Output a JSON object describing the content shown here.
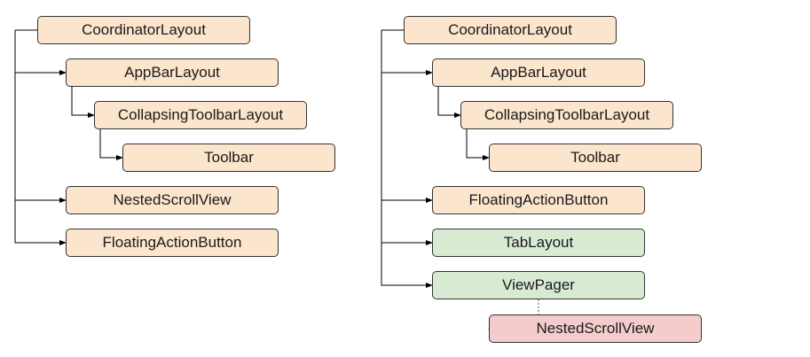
{
  "colors": {
    "orange": "#fce5cd",
    "green": "#d9ead3",
    "red": "#f4cccc",
    "line": "#000000"
  },
  "trees": [
    {
      "name": "left",
      "nodes": [
        {
          "id": "coordinator",
          "label": "CoordinatorLayout",
          "color": "orange",
          "depth": 0,
          "row": 0
        },
        {
          "id": "appbar",
          "label": "AppBarLayout",
          "color": "orange",
          "depth": 1,
          "row": 1
        },
        {
          "id": "collapsing",
          "label": "CollapsingToolbarLayout",
          "color": "orange",
          "depth": 2,
          "row": 2
        },
        {
          "id": "toolbar",
          "label": "Toolbar",
          "color": "orange",
          "depth": 3,
          "row": 3
        },
        {
          "id": "nestedscroll",
          "label": "NestedScrollView",
          "color": "orange",
          "depth": 1,
          "row": 4
        },
        {
          "id": "fab",
          "label": "FloatingActionButton",
          "color": "orange",
          "depth": 1,
          "row": 5
        }
      ],
      "edges": [
        {
          "from": "coordinator",
          "to": "appbar"
        },
        {
          "from": "appbar",
          "to": "collapsing"
        },
        {
          "from": "collapsing",
          "to": "toolbar"
        },
        {
          "from": "coordinator",
          "to": "nestedscroll"
        },
        {
          "from": "coordinator",
          "to": "fab"
        }
      ]
    },
    {
      "name": "right",
      "nodes": [
        {
          "id": "coordinator",
          "label": "CoordinatorLayout",
          "color": "orange",
          "depth": 0,
          "row": 0
        },
        {
          "id": "appbar",
          "label": "AppBarLayout",
          "color": "orange",
          "depth": 1,
          "row": 1
        },
        {
          "id": "collapsing",
          "label": "CollapsingToolbarLayout",
          "color": "orange",
          "depth": 2,
          "row": 2
        },
        {
          "id": "toolbar",
          "label": "Toolbar",
          "color": "orange",
          "depth": 3,
          "row": 3
        },
        {
          "id": "fab",
          "label": "FloatingActionButton",
          "color": "orange",
          "depth": 1,
          "row": 4
        },
        {
          "id": "tablayout",
          "label": "TabLayout",
          "color": "green",
          "depth": 1,
          "row": 5
        },
        {
          "id": "viewpager",
          "label": "ViewPager",
          "color": "green",
          "depth": 1,
          "row": 6
        },
        {
          "id": "nestedscroll",
          "label": "NestedScrollView",
          "color": "red",
          "depth": 3,
          "row": 7
        }
      ],
      "edges": [
        {
          "from": "coordinator",
          "to": "appbar"
        },
        {
          "from": "appbar",
          "to": "collapsing"
        },
        {
          "from": "collapsing",
          "to": "toolbar"
        },
        {
          "from": "coordinator",
          "to": "fab"
        },
        {
          "from": "coordinator",
          "to": "tablayout"
        },
        {
          "from": "coordinator",
          "to": "viewpager"
        },
        {
          "from": "viewpager",
          "to": "nestedscroll",
          "dashed": true
        }
      ]
    }
  ]
}
